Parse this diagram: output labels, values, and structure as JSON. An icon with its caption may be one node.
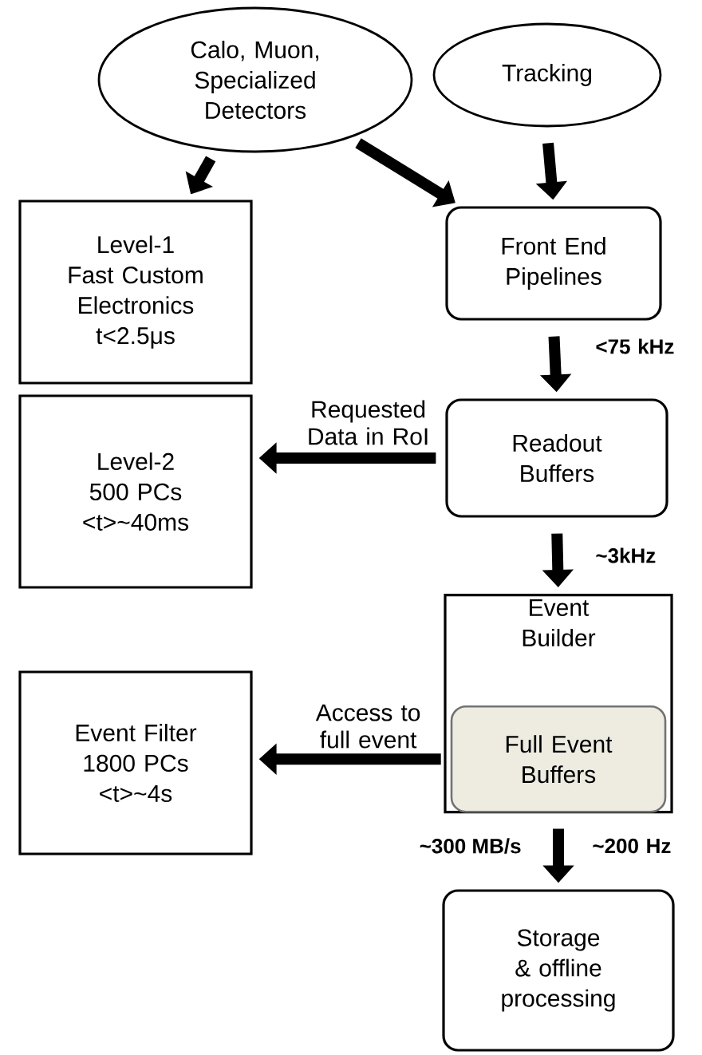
{
  "diagram": {
    "nodes": [
      {
        "text": [
          "Calo, Muon, Specialized Detectors"
        ]
      },
      {
        "text": [
          "Tracking"
        ]
      },
      {
        "text": [
          "Level-1",
          "Fast Custom Electronics",
          "t<2.5μs"
        ]
      },
      {
        "text": [
          "Front End Pipelines"
        ]
      },
      {
        "text": [
          "Level-2",
          "500 PCs",
          "<t>~40ms"
        ]
      },
      {
        "text": [
          "Readout Buffers"
        ]
      },
      {
        "text": [
          "Event Builder"
        ]
      },
      {
        "text": [
          "Full Event Buffers"
        ],
        "in": 6
      },
      {
        "text": [
          "Event Filter",
          "1800 PCs",
          "<t>~4s"
        ]
      },
      {
        "text": [
          "Storage & offline processing"
        ]
      }
    ],
    "edges": [
      {
        "from": 0,
        "to": 2,
        "arrow": "to"
      },
      {
        "from": 0,
        "to": 3,
        "arrow": "to"
      },
      {
        "from": 1,
        "to": 3,
        "arrow": "to"
      },
      {
        "from": 3,
        "to": 5,
        "arrow": "to",
        "label": "<75 kHz"
      },
      {
        "from": 5,
        "to": 4,
        "arrow": "to",
        "label": "Requested Data in RoI"
      },
      {
        "from": 5,
        "to": 6,
        "arrow": "to",
        "label": "~3kHz"
      },
      {
        "from": 7,
        "to": 8,
        "arrow": "to",
        "label": "Access to full event"
      },
      {
        "from": 7,
        "to": 9,
        "arrow": "to",
        "label": "~200 Hz"
      }
    ],
    "labels": [
      "~300 MB/s"
    ]
  }
}
